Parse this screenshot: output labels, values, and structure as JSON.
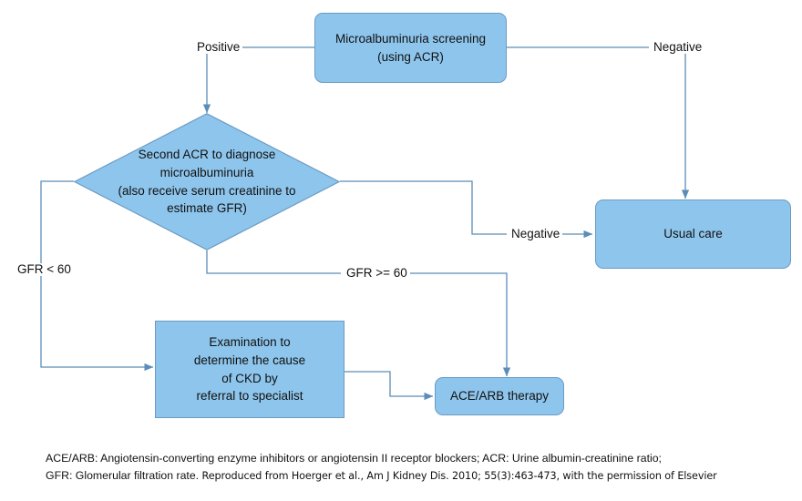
{
  "diagram": {
    "title": "Microalbuminuria screening clinical pathway flowchart",
    "fill_color": "#8EC5EC",
    "stroke_color": "#6B9BC3",
    "connector_color": "#5B8DB8",
    "text_color": "#111111",
    "background_color": "#FFFFFF"
  },
  "nodes": {
    "screening": {
      "label": "Microalbuminuria screening\n(using ACR)",
      "shape": "rounded-rectangle"
    },
    "second_acr": {
      "label": "Second ACR to diagnose\nmicroalbuminuria\n(also receive serum creatinine to\nestimate GFR)",
      "shape": "diamond"
    },
    "usual_care": {
      "label": "Usual care",
      "shape": "rounded-rectangle"
    },
    "examination": {
      "label": "Examination to\ndetermine the cause\nof CKD by\nreferral to specialist",
      "shape": "rectangle"
    },
    "ace_arb": {
      "label": "ACE/ARB therapy",
      "shape": "rounded-rectangle"
    }
  },
  "edge_labels": {
    "positive": "Positive",
    "negative_top": "Negative",
    "negative_mid": "Negative",
    "gfr_lt_60": "GFR < 60",
    "gfr_gte_60": "GFR >= 60"
  },
  "footnote": {
    "line1": "ACE/ARB: Angiotensin-converting enzyme inhibitors or angiotensin II receptor blockers; ACR: Urine albumin-creatinine ratio;",
    "line2_prefix": "GFR: Glomerular filtration rate. ",
    "line2_citation": "Reproduced from Hoerger et al., Am J Kidney Dis. 2010; 55(3):463-473, with the permission of Elsevier"
  }
}
